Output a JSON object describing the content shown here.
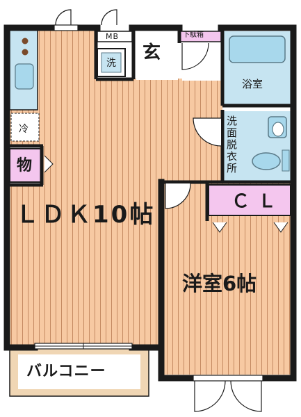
{
  "rooms": {
    "ldk": "ＬＤＫ10帖",
    "western": "洋室6帖",
    "balcony": "バルコニー",
    "closet": "ＣＬ",
    "entrance": "玄",
    "bathroom": "浴室",
    "washer": "洗",
    "meter_box": "MB",
    "shoe_box": "下駄箱",
    "fridge": "冷",
    "storage": "物",
    "dressing": "洗\n面\n脱\n衣\n所"
  },
  "colors": {
    "floor": "#f7c9a2",
    "floor_stripe": "#c48a62",
    "wall": "#1a1a1a",
    "wet_area": "#c6e4f1",
    "closet": "#f4c6ee",
    "fixture": "#a8d8ec",
    "balcony": "#f0d6b4"
  }
}
